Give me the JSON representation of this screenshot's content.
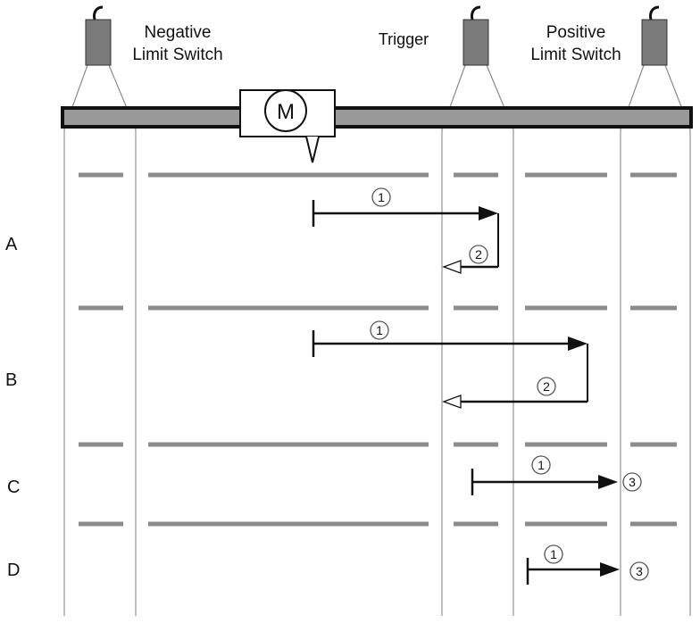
{
  "labels": {
    "negative_line1": "Negative",
    "negative_line2": "Limit Switch",
    "trigger": "Trigger",
    "positive_line1": "Positive",
    "positive_line2": "Limit Switch",
    "motor": "M"
  },
  "rows": [
    {
      "label": "A",
      "steps": [
        "1",
        "2"
      ]
    },
    {
      "label": "B",
      "steps": [
        "1",
        "2"
      ]
    },
    {
      "label": "C",
      "steps": [
        "1",
        "3"
      ]
    },
    {
      "label": "D",
      "steps": [
        "1",
        "3"
      ]
    }
  ],
  "colors": {
    "sensor_body": "#7a7a7a",
    "rail_fill": "#999999",
    "dash": "#8c8c8c",
    "guide": "#a8a8a8",
    "arrow": "#111111"
  }
}
